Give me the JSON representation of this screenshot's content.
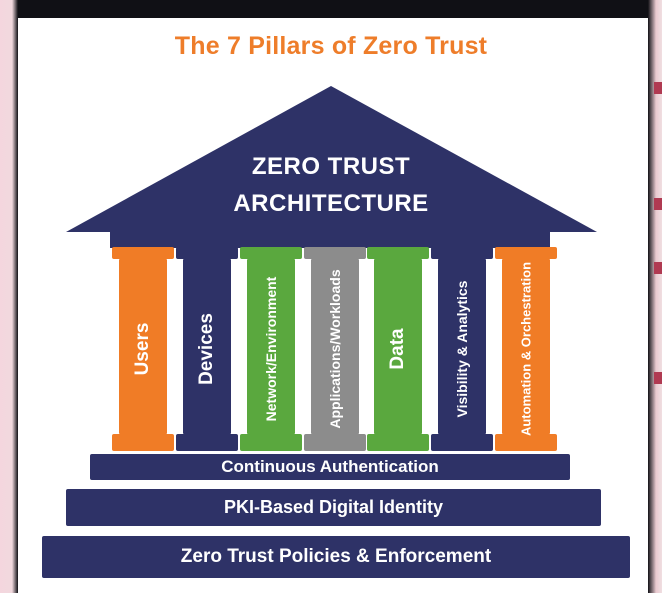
{
  "title": "The 7 Pillars of Zero Trust",
  "roof": {
    "line1": "ZERO TRUST",
    "line2": "ARCHITECTURE"
  },
  "pillars": [
    {
      "label": "Users",
      "color": "#f07c26"
    },
    {
      "label": "Devices",
      "color": "#2e3267"
    },
    {
      "label": "Network/Environment",
      "color": "#5aa83e"
    },
    {
      "label": "Applications/Workloads",
      "color": "#8c8c8c"
    },
    {
      "label": "Data",
      "color": "#5aa83e"
    },
    {
      "label": "Visibility & Analytics",
      "color": "#2e3267"
    },
    {
      "label": "Automation & Orchestration",
      "color": "#f07c26"
    }
  ],
  "foundation": [
    "Continuous Authentication",
    "PKI-Based Digital Identity",
    "Zero Trust Policies & Enforcement"
  ],
  "colors": {
    "title": "#ee7d2a",
    "navy": "#2e3267",
    "orange": "#f07c26",
    "green": "#5aa83e",
    "gray": "#8c8c8c"
  }
}
